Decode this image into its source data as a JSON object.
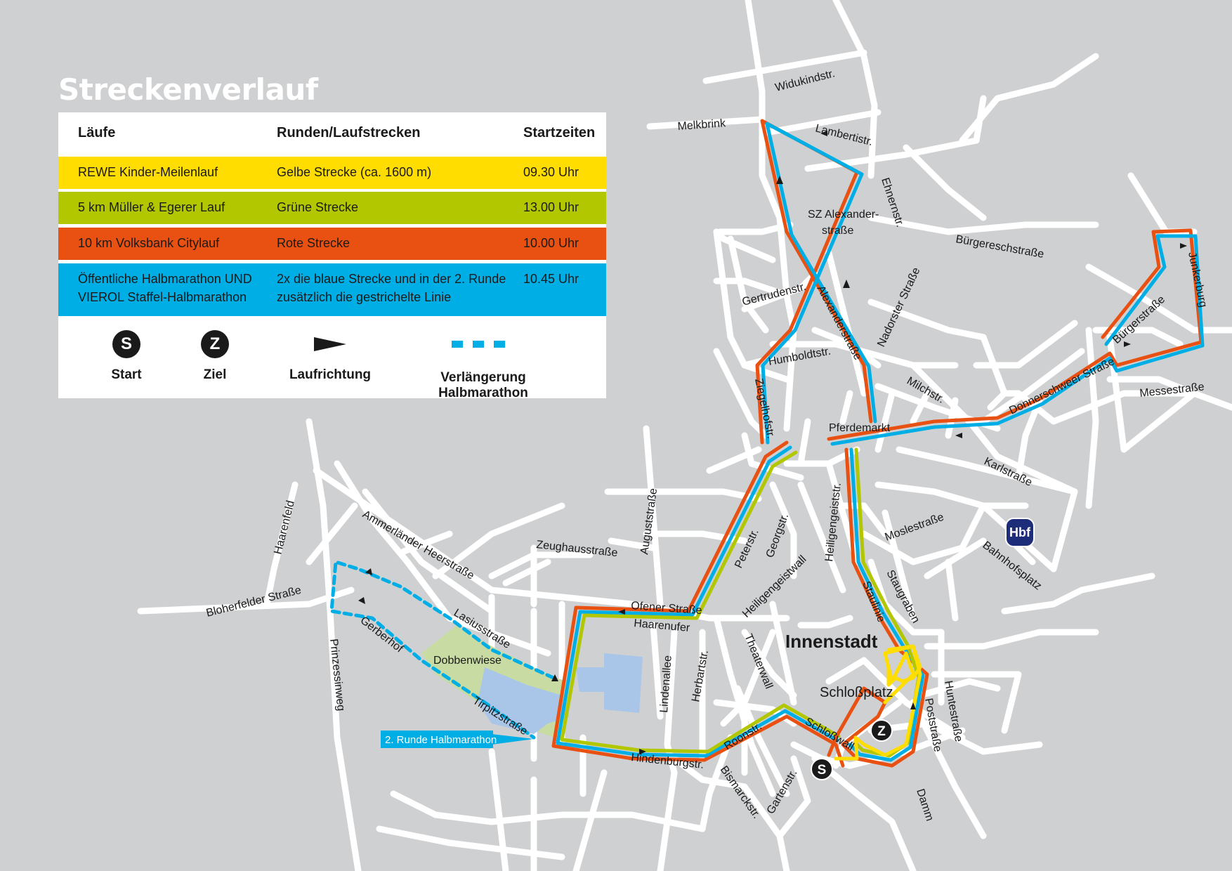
{
  "title": "Streckenverlauf",
  "legend": {
    "headers": {
      "races": "Läufe",
      "rounds": "Runden/Laufstrecken",
      "times": "Startzeiten"
    },
    "rows": [
      {
        "race": "REWE Kinder-Meilenlauf",
        "route": "Gelbe Strecke (ca. 1600 m)",
        "time": "09.30 Uhr",
        "color": "#ffdd00"
      },
      {
        "race": "5 km Müller & Egerer Lauf",
        "route": "Grüne Strecke",
        "time": "13.00 Uhr",
        "color": "#b2c700"
      },
      {
        "race": "10 km Volksbank Citylauf",
        "route": "Rote Strecke",
        "time": "10.00 Uhr",
        "color": "#e85112"
      },
      {
        "race_line1": "Öffentliche Halbmarathon UND",
        "race_line2": "VIEROL Staffel-Halbmarathon",
        "route_line1": "2x die blaue Strecke und in der 2. Runde",
        "route_line2": "zusätzlich die gestrichelte Linie",
        "time": "10.45 Uhr",
        "color": "#00aee6"
      }
    ],
    "symbols": {
      "start_letter": "S",
      "start": "Start",
      "finish_letter": "Z",
      "finish": "Ziel",
      "direction": "Laufrichtung",
      "extension": "Verlängerung Halbmarathon"
    }
  },
  "colors": {
    "background": "#cfd0d2",
    "street": "#ffffff",
    "yellow": "#ffdd00",
    "green": "#b2c700",
    "red": "#e85112",
    "blue": "#00aee6",
    "park": "#c7dba2",
    "water": "#a9c6e8",
    "station": "#1e2d7a"
  },
  "map_labels": {
    "widukind": "Widukindstr.",
    "melkbrink": "Melkbrink",
    "lambertistr": "Lambertistr.",
    "ehnernstr": "Ehnernstr.",
    "sz1": "SZ Alexander-",
    "sz2": "straße",
    "buergeresch": "Bürgereschstraße",
    "junkerburg": "Junkerburg",
    "buergerstr": "Bürgerstraße",
    "gertruden": "Gertrudenstr.",
    "alexander": "Alexanderstraße",
    "nadorster": "Nadorster Straße",
    "humboldt": "Humboldtstr.",
    "ziegelhof": "Ziegelhofstr.",
    "milch": "Milchstr.",
    "donnerschweer": "Donnerschweer Straße",
    "messe": "Messestraße",
    "pferdemarkt": "Pferdemarkt",
    "karl": "Karlstraße",
    "auguststr": "Auguststraße",
    "haarenfeld": "Haarenfeld",
    "ammerlaender": "Ammerländer Heerstraße",
    "zeughaus": "Zeughausstraße",
    "heiligengeist": "Heiligengeiststr.",
    "georg": "Georgstr.",
    "peter": "Peterstr.",
    "mosle": "Moslestraße",
    "bahnhofsplatz": "Bahnhofsplatz",
    "hbf": "Hbf",
    "bloherfelder": "Bloherfelder Straße",
    "heiligengeistwall": "Heiligengeistwall",
    "staulinie": "Staulinie",
    "staugraben": "Staugraben",
    "ofener": "Ofener Straße",
    "haarenufer": "Haarenufer",
    "lasius": "Lasiusstraße",
    "gerberhof": "Gerberhof",
    "prinzessinweg": "Prinzessinweg",
    "dobbenwiese": "Dobbenwiese",
    "innenstadt": "Innenstadt",
    "theaterwall": "Theaterwall",
    "lindenallee": "Lindenallee",
    "herbart": "Herbartstr.",
    "schlossplatz": "Schloßplatz",
    "huntestr": "Huntestraße",
    "poststr": "Poststraße",
    "schlosswall": "Schloßwall",
    "roonstr": "Roonstr.",
    "tirpitz": "Tirpitzstraße",
    "runde2": "2. Runde Halbmarathon",
    "hindenburg": "Hindenburgstr.",
    "bismarck": "Bismarckstr.",
    "garten": "Gartenstr.",
    "damm": "Damm",
    "start_letter": "S",
    "finish_letter": "Z"
  }
}
